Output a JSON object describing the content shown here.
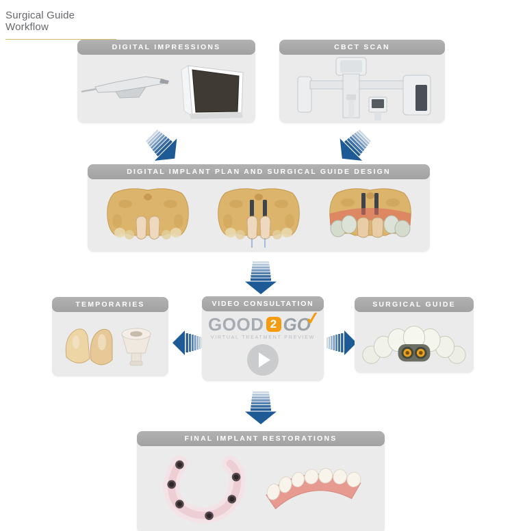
{
  "page": {
    "title": "Surgical Guide Workflow"
  },
  "steps": {
    "digital_impressions": {
      "label": "DIGITAL IMPRESSIONS"
    },
    "cbct_scan": {
      "label": "CBCT SCAN"
    },
    "plan": {
      "label": "DIGITAL IMPLANT PLAN AND SURGICAL GUIDE DESIGN"
    },
    "temporaries": {
      "label": "TEMPORARIES"
    },
    "video_consultation": {
      "label": "VIDEO CONSULTATION"
    },
    "surgical_guide": {
      "label": "SURGICAL GUIDE"
    },
    "final_restorations": {
      "label": "FINAL IMPLANT RESTORATIONS"
    }
  },
  "logo": {
    "word1": "GOOD",
    "word2": "2",
    "word3": "GO",
    "check": "✓",
    "tagline": "VIRTUAL TREATMENT PREVIEW"
  },
  "colors": {
    "title_underline_gold": "#d9bd6f",
    "arrow_blue": "#1e5a96",
    "header_bar_gray": "#a9a9a9",
    "box_gray": "#ebebeb",
    "logo_orange": "#f39c12",
    "logo_gray": "#9aa1a6",
    "bone_tan": "#dcb46c",
    "gum_pink": "#dd6a5e",
    "guide_sleeve_gold": "#eaa21e"
  }
}
